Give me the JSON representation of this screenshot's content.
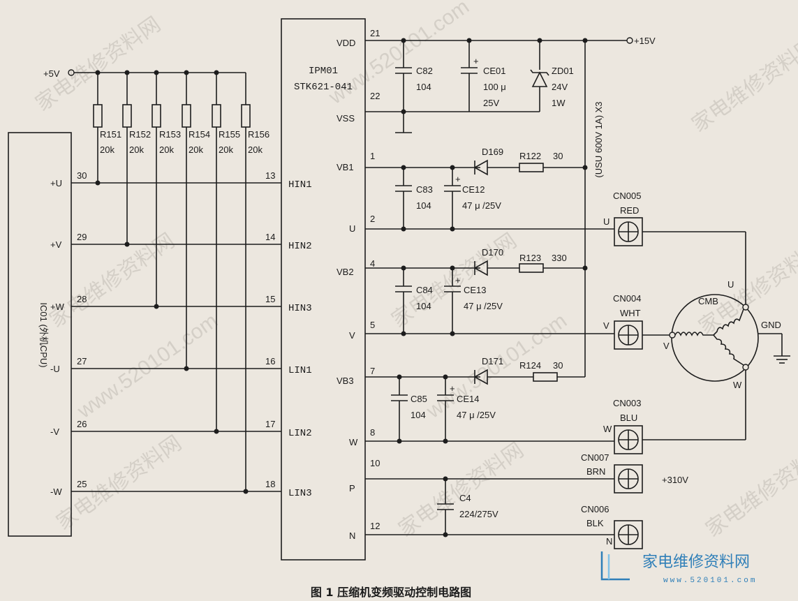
{
  "caption": "图 1 压缩机变频驱动控制电路图",
  "supply_5v": "+5V",
  "supply_15v": "+15V",
  "cpu": {
    "label": "IC01 (外机CPU)",
    "pins": [
      {
        "name": "+U",
        "num": "30"
      },
      {
        "name": "+V",
        "num": "29"
      },
      {
        "name": "+W",
        "num": "28"
      },
      {
        "name": "-U",
        "num": "27"
      },
      {
        "name": "-V",
        "num": "26"
      },
      {
        "name": "-W",
        "num": "25"
      }
    ]
  },
  "pullups": [
    {
      "ref": "R151",
      "val": "20k"
    },
    {
      "ref": "R152",
      "val": "20k"
    },
    {
      "ref": "R153",
      "val": "20k"
    },
    {
      "ref": "R154",
      "val": "20k"
    },
    {
      "ref": "R155",
      "val": "20k"
    },
    {
      "ref": "R156",
      "val": "20k"
    }
  ],
  "ipm": {
    "ref": "IPM01",
    "part": "STK621-041",
    "left_pins": [
      {
        "num": "13",
        "name": "HIN1"
      },
      {
        "num": "14",
        "name": "HIN2"
      },
      {
        "num": "15",
        "name": "HIN3"
      },
      {
        "num": "16",
        "name": "LIN1"
      },
      {
        "num": "17",
        "name": "LIN2"
      },
      {
        "num": "18",
        "name": "LIN3"
      }
    ],
    "right_pins": [
      {
        "num": "21",
        "name": "VDD"
      },
      {
        "num": "22",
        "name": "VSS"
      },
      {
        "num": "1",
        "name": "VB1"
      },
      {
        "num": "2",
        "name": "U"
      },
      {
        "num": "4",
        "name": "VB2"
      },
      {
        "num": "5",
        "name": "V"
      },
      {
        "num": "7",
        "name": "VB3"
      },
      {
        "num": "8",
        "name": "W"
      },
      {
        "num": "10",
        "name": "P"
      },
      {
        "num": "12",
        "name": "N"
      }
    ]
  },
  "parts": {
    "c82": [
      "C82",
      "104"
    ],
    "ce01": [
      "CE01",
      "100 μ",
      "25V"
    ],
    "zd01": [
      "ZD01",
      "24V",
      "1W"
    ],
    "diode_note": "(USU 600V 1A) X3",
    "c83": [
      "C83",
      "104"
    ],
    "ce12": [
      "CE12",
      "47 μ /25V"
    ],
    "d169": "D169",
    "r122": [
      "R122",
      "30"
    ],
    "c84": [
      "C84",
      "104"
    ],
    "ce13": [
      "CE13",
      "47 μ /25V"
    ],
    "d170": "D170",
    "r123": [
      "R123",
      "330"
    ],
    "c85": [
      "C85",
      "104"
    ],
    "ce14": [
      "CE14",
      "47 μ /25V"
    ],
    "d171": "D171",
    "r124": [
      "R124",
      "30"
    ],
    "c4": [
      "C4",
      "224/275V"
    ]
  },
  "connectors": [
    {
      "ref": "CN005",
      "color": "RED",
      "pin": "U"
    },
    {
      "ref": "CN004",
      "color": "WHT",
      "pin": "V"
    },
    {
      "ref": "CN003",
      "color": "BLU",
      "pin": "W"
    },
    {
      "ref": "CN007",
      "color": "BRN",
      "pin": ""
    },
    {
      "ref": "CN006",
      "color": "BLK",
      "pin": "N"
    }
  ],
  "v310": "+310V",
  "motor": {
    "ref": "CMB",
    "u": "U",
    "v": "V",
    "w": "W",
    "gnd": "GND"
  },
  "watermarks": [
    "家电维修资料网",
    "www.520101.com"
  ],
  "logo": {
    "text": "家电维修资料网",
    "url": "www.520101.com"
  }
}
